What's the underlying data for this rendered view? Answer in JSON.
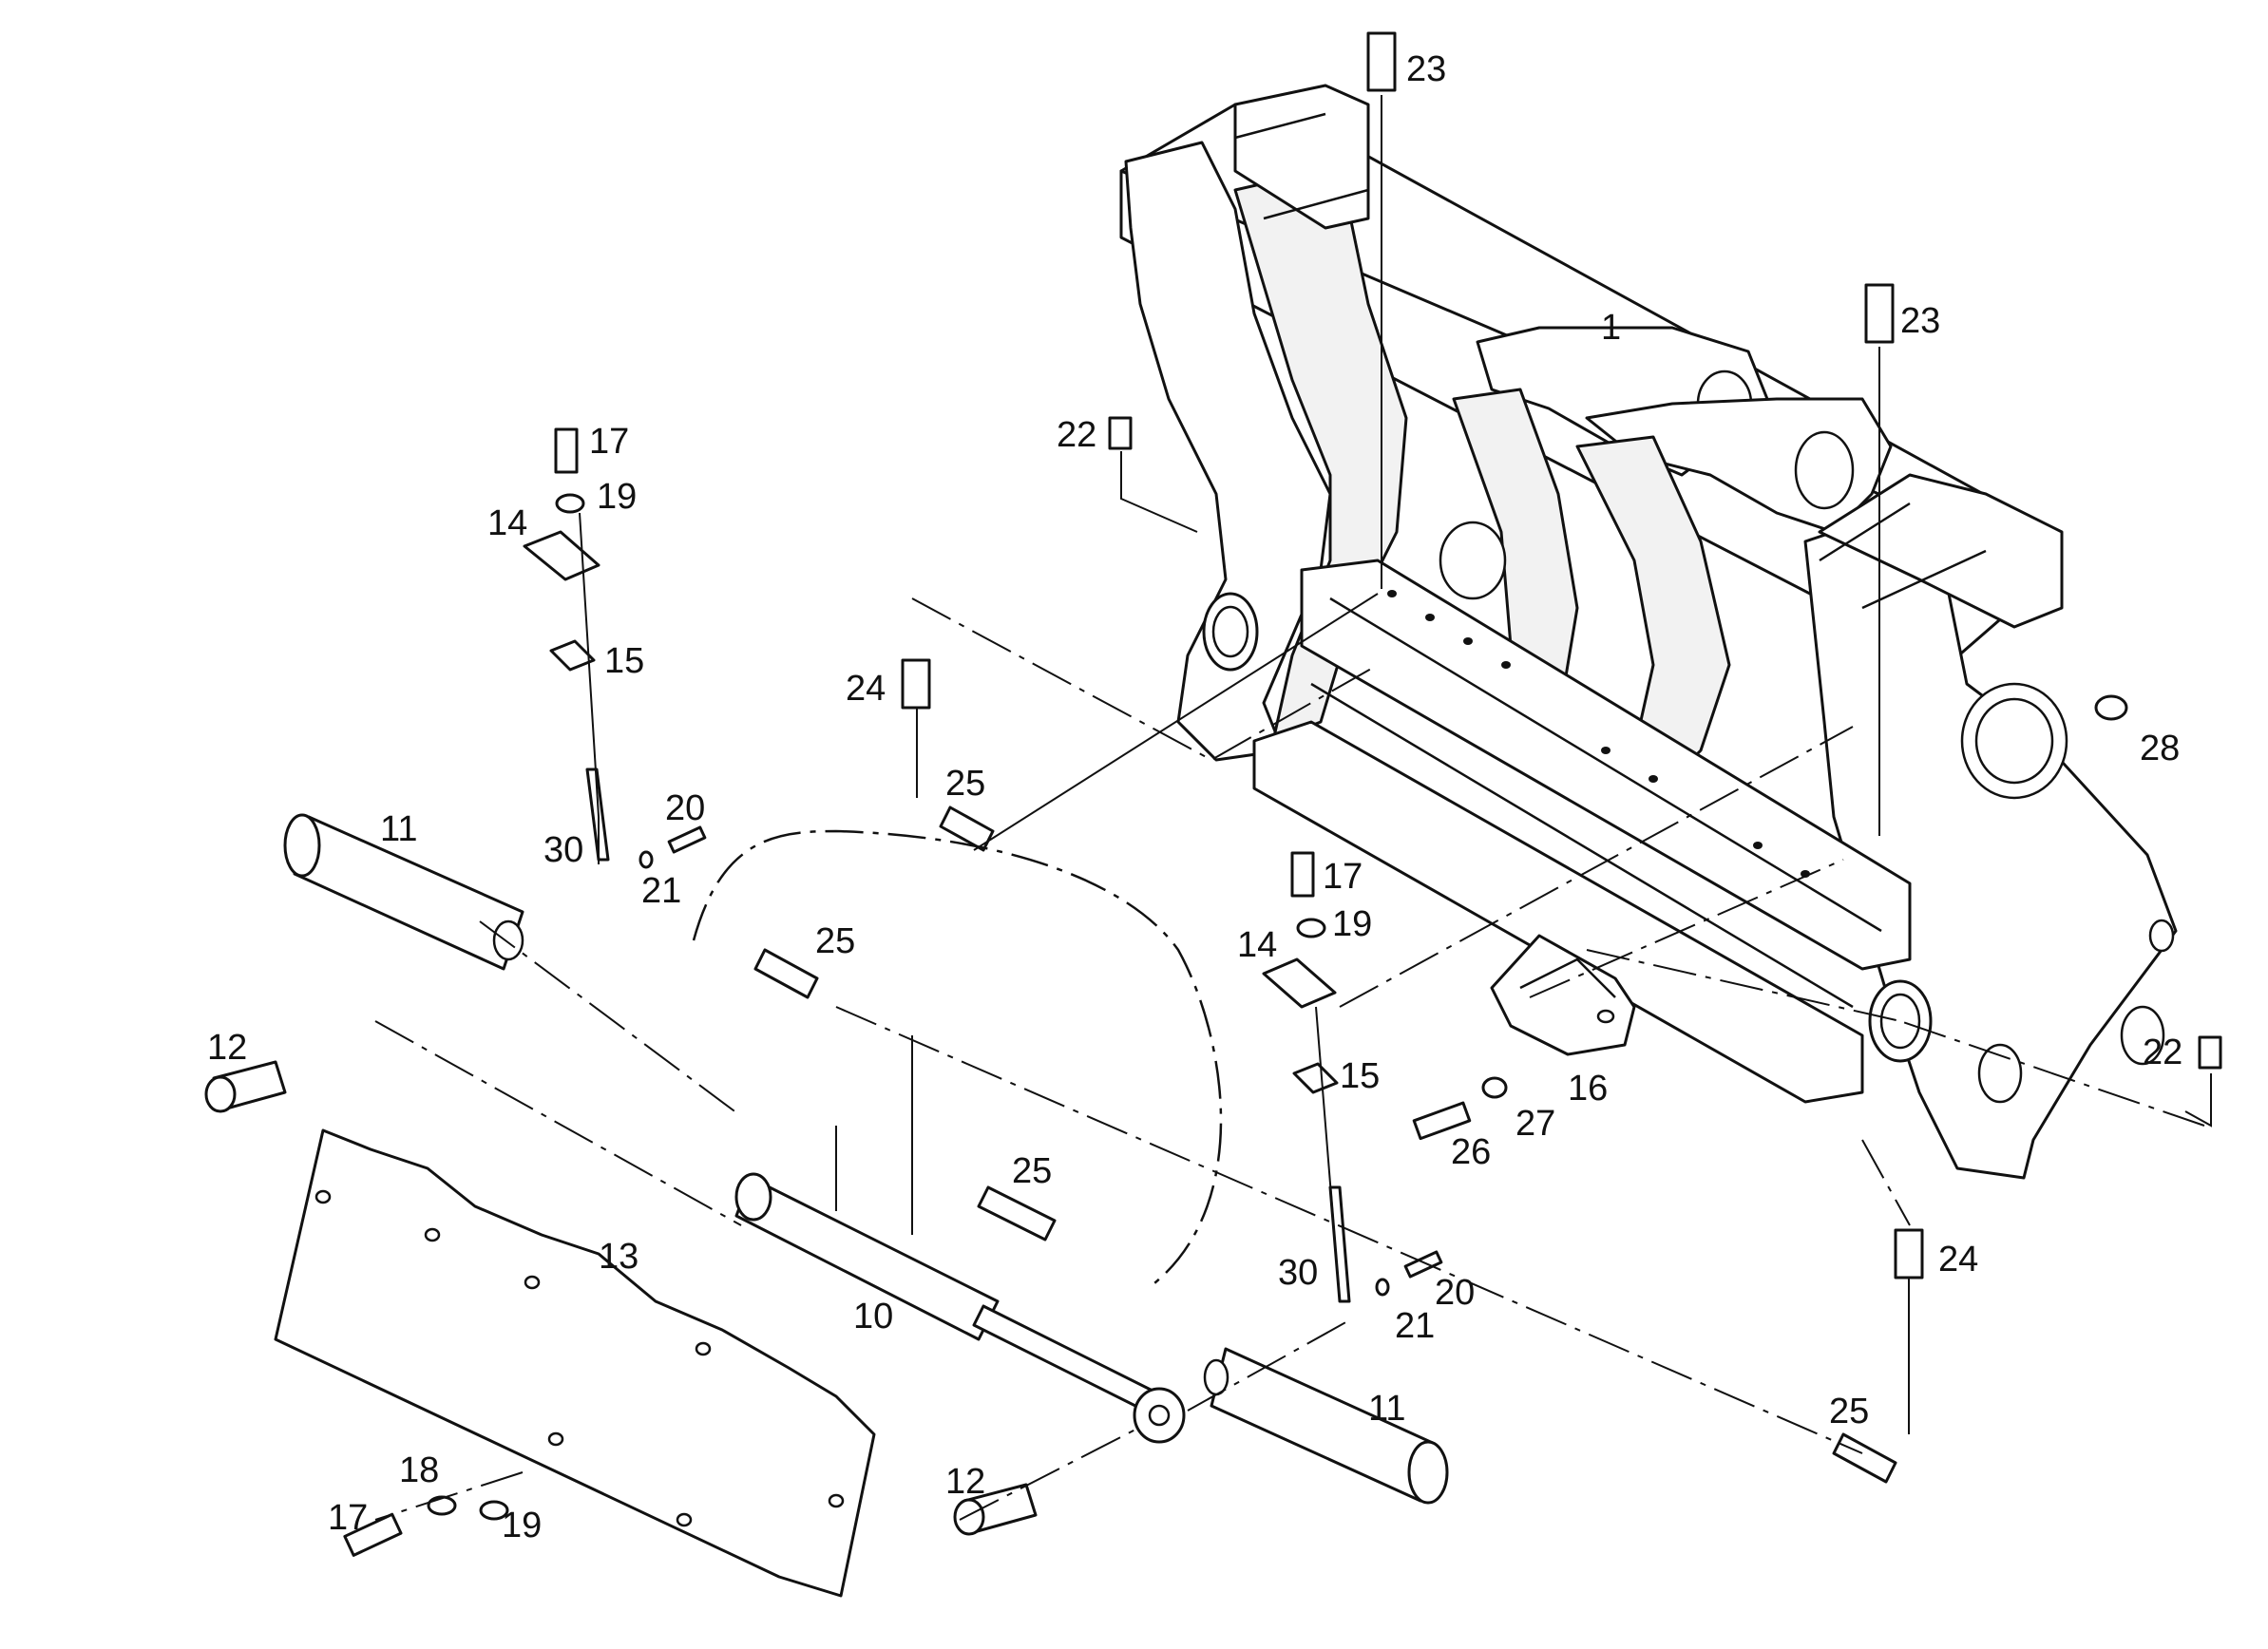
{
  "diagram": {
    "labels": [
      {
        "id": "lbl-1",
        "text": "1"
      },
      {
        "id": "lbl-23a",
        "text": "23"
      },
      {
        "id": "lbl-23b",
        "text": "23"
      },
      {
        "id": "lbl-22a",
        "text": "22"
      },
      {
        "id": "lbl-22b",
        "text": "22"
      },
      {
        "id": "lbl-17a",
        "text": "17"
      },
      {
        "id": "lbl-19a",
        "text": "19"
      },
      {
        "id": "lbl-14a",
        "text": "14"
      },
      {
        "id": "lbl-15a",
        "text": "15"
      },
      {
        "id": "lbl-24a",
        "text": "24"
      },
      {
        "id": "lbl-25a",
        "text": "25"
      },
      {
        "id": "lbl-28",
        "text": "28"
      },
      {
        "id": "lbl-11a",
        "text": "11"
      },
      {
        "id": "lbl-20a",
        "text": "20"
      },
      {
        "id": "lbl-30a",
        "text": "30"
      },
      {
        "id": "lbl-21a",
        "text": "21"
      },
      {
        "id": "lbl-25b",
        "text": "25"
      },
      {
        "id": "lbl-17b",
        "text": "17"
      },
      {
        "id": "lbl-19b",
        "text": "19"
      },
      {
        "id": "lbl-14b",
        "text": "14"
      },
      {
        "id": "lbl-12a",
        "text": "12"
      },
      {
        "id": "lbl-15b",
        "text": "15"
      },
      {
        "id": "lbl-16",
        "text": "16"
      },
      {
        "id": "lbl-27",
        "text": "27"
      },
      {
        "id": "lbl-26",
        "text": "26"
      },
      {
        "id": "lbl-25c",
        "text": "25"
      },
      {
        "id": "lbl-13",
        "text": "13"
      },
      {
        "id": "lbl-10",
        "text": "10"
      },
      {
        "id": "lbl-30b",
        "text": "30"
      },
      {
        "id": "lbl-20b",
        "text": "20"
      },
      {
        "id": "lbl-21b",
        "text": "21"
      },
      {
        "id": "lbl-24b",
        "text": "24"
      },
      {
        "id": "lbl-11b",
        "text": "11"
      },
      {
        "id": "lbl-25d",
        "text": "25"
      },
      {
        "id": "lbl-12b",
        "text": "12"
      },
      {
        "id": "lbl-18",
        "text": "18"
      },
      {
        "id": "lbl-17c",
        "text": "17"
      },
      {
        "id": "lbl-19c",
        "text": "19"
      }
    ]
  }
}
